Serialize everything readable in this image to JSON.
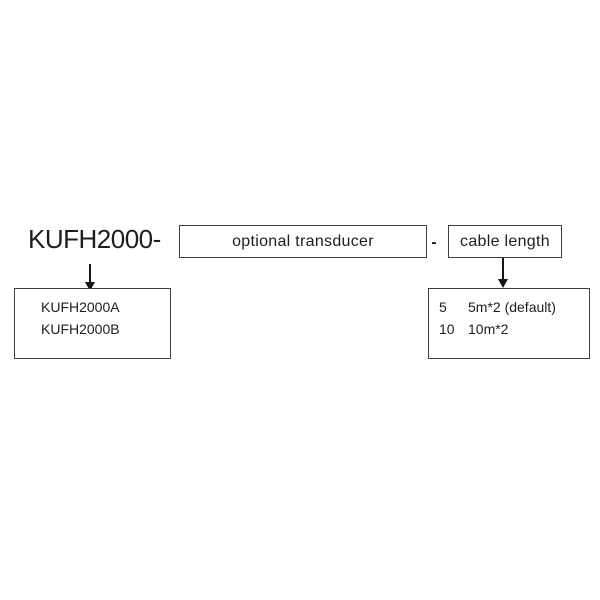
{
  "colors": {
    "background": "#ffffff",
    "text": "#1e1e1e",
    "border": "#3f3f3f",
    "arrow": "#151515"
  },
  "diagram": {
    "model_prefix": "KUFH2000-",
    "transducer_label": "optional transducer",
    "separator": "-",
    "cable_label": "cable length",
    "model_options": [
      "KUFH2000A",
      "KUFH2000B"
    ],
    "cable_options": [
      {
        "code": "5",
        "description": "5m*2 (default)"
      },
      {
        "code": "10",
        "description": "10m*2"
      }
    ]
  }
}
